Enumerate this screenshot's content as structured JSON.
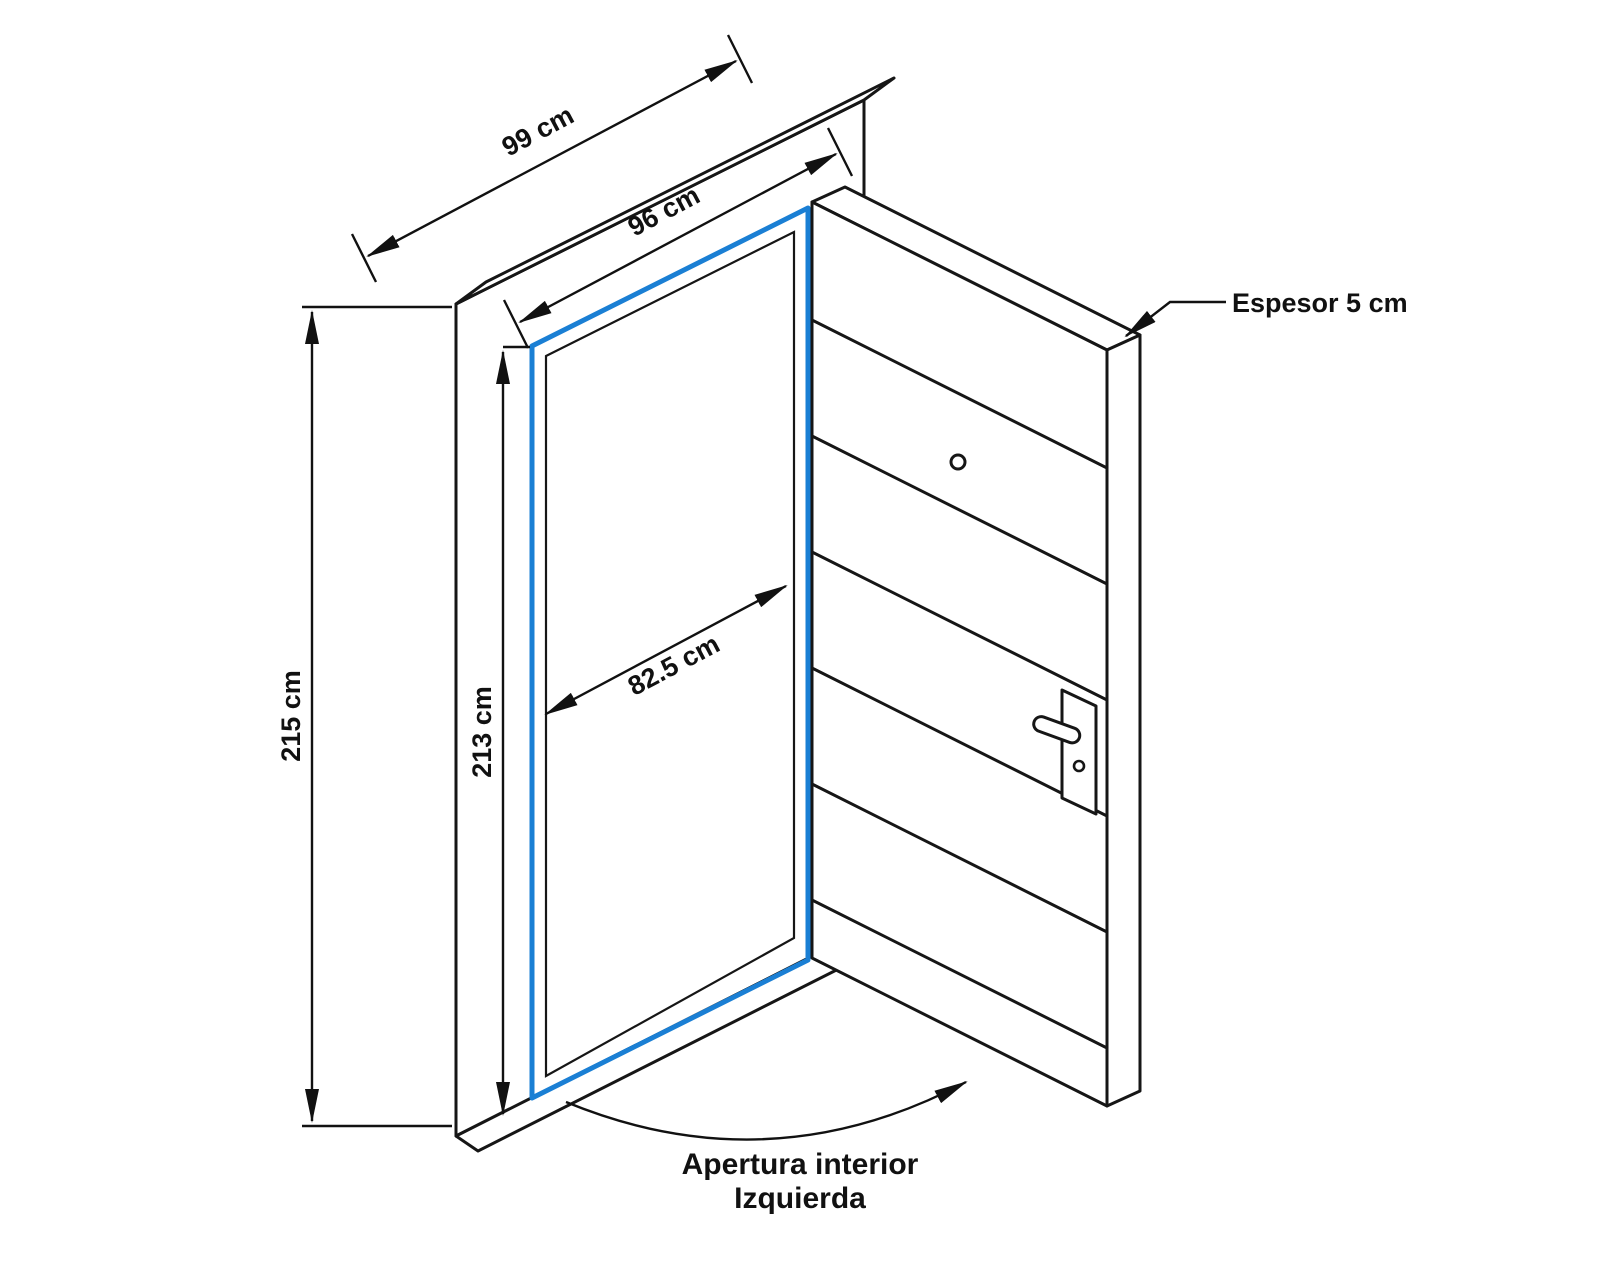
{
  "diagram": {
    "type": "technical-drawing",
    "subject": "door-with-frame-dimensions",
    "background_color": "#ffffff",
    "line_color": "#161616",
    "highlight_color": "#1a7fd4"
  },
  "dimensions": {
    "frame_outer_width": "99 cm",
    "frame_inner_width": "96 cm",
    "frame_outer_height": "215 cm",
    "frame_inner_height": "213 cm",
    "leaf_width": "82.5 cm",
    "thickness": "Espesor 5 cm"
  },
  "annotations": {
    "opening_line1": "Apertura interior",
    "opening_line2": "Izquierda"
  }
}
